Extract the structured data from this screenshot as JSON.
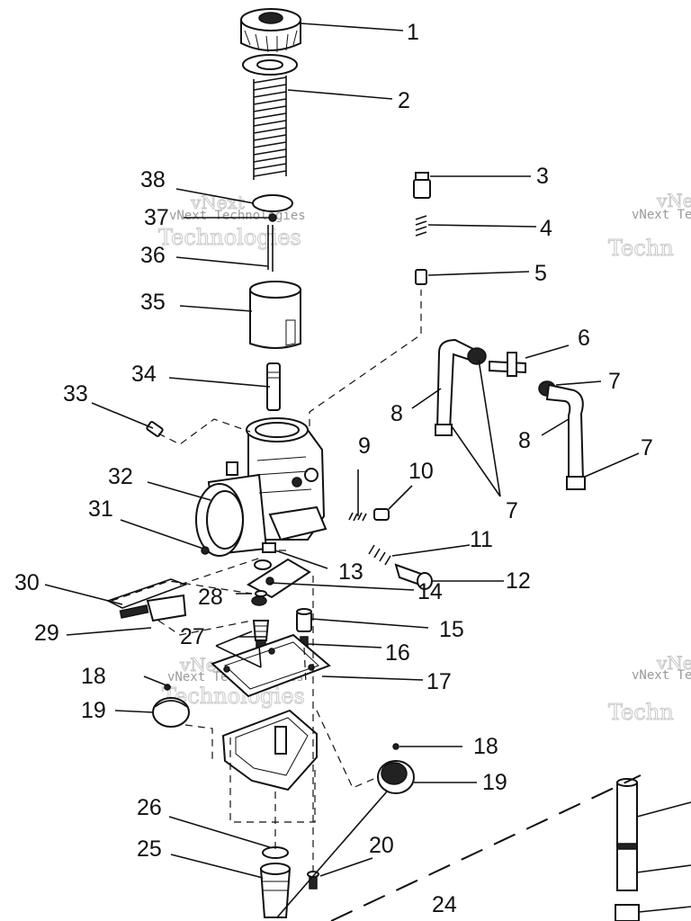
{
  "watermark": {
    "line1": "vNext Technologies",
    "word1": "vNext",
    "word2": "Technologies",
    "edge_line": "vNext Te",
    "edge_word": "Techn"
  },
  "callouts": {
    "c1": "1",
    "c2": "2",
    "c3": "3",
    "c4": "4",
    "c5": "5",
    "c6": "6",
    "c7a": "7",
    "c7b": "7",
    "c7c": "7",
    "c8a": "8",
    "c8b": "8",
    "c9": "9",
    "c10": "10",
    "c11": "11",
    "c12": "12",
    "c13": "13",
    "c14": "14",
    "c15": "15",
    "c16": "16",
    "c17": "17",
    "c18a": "18",
    "c18b": "18",
    "c19a": "19",
    "c19b": "19",
    "c20": "20",
    "c24": "24",
    "c25": "25",
    "c26": "26",
    "c27": "27",
    "c28": "28",
    "c29": "29",
    "c30": "30",
    "c31": "31",
    "c32": "32",
    "c33": "33",
    "c34": "34",
    "c35": "35",
    "c36": "36",
    "c37": "37",
    "c38": "38"
  }
}
